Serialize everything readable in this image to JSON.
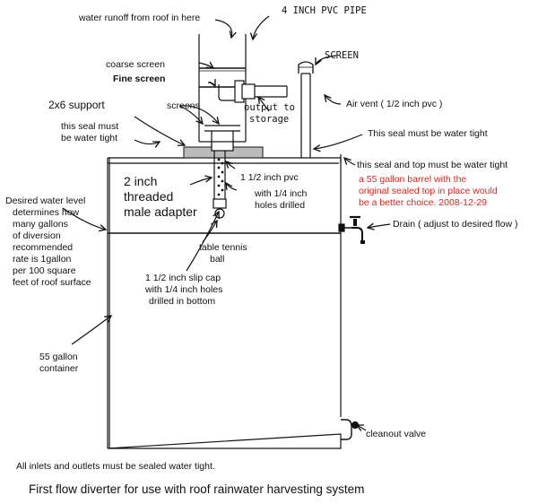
{
  "labels": {
    "runoff": "water runoff from roof in here",
    "pvc_pipe": "4 INCH PVC PIPE",
    "coarse_screen": "coarse screen",
    "fine_screen": "Fine screen",
    "screen": "SCREEN",
    "support": "2x6 support",
    "screens": "screens",
    "output_line1": "output to",
    "output_line2": "storage",
    "air_vent": "Air vent ( 1/2 inch pvc )",
    "seal_line1": "this seal must",
    "seal_line2": "be water tight",
    "seal_right": "This seal must be water tight",
    "seal_top": "this seal and top must be water tight",
    "note_line1": "a 55 gallon barrel with the",
    "note_line2": "original sealed top in place would",
    "note_line3": "be a better choice. 2008-12-29",
    "adapter_line1": "2 inch",
    "adapter_line2": "threaded",
    "adapter_line3": "male adapter",
    "pvc_line1": "1 1/2 inch pvc",
    "pvc_line2": "with 1/4 inch",
    "pvc_line3": "holes drilled",
    "water_level": [
      "Desired water level",
      "determines how",
      "many gallons",
      "of diversion",
      "recommended",
      "rate is 1gallon",
      "per 100 square",
      "feet of roof surface"
    ],
    "drain": "Drain ( adjust to desired flow )",
    "ball_line1": "table tennis",
    "ball_line2": "ball",
    "slip_cap_line1": "1 1/2 inch slip cap",
    "slip_cap_line2": "with 1/4 inch holes",
    "slip_cap_line3": "drilled in bottom",
    "container_line1": "55 gallon",
    "container_line2": "container",
    "cleanout": "cleanout valve",
    "footer_note": "All inlets and outlets must be sealed water tight.",
    "title": "First flow diverter for use with roof rainwater harvesting system"
  }
}
